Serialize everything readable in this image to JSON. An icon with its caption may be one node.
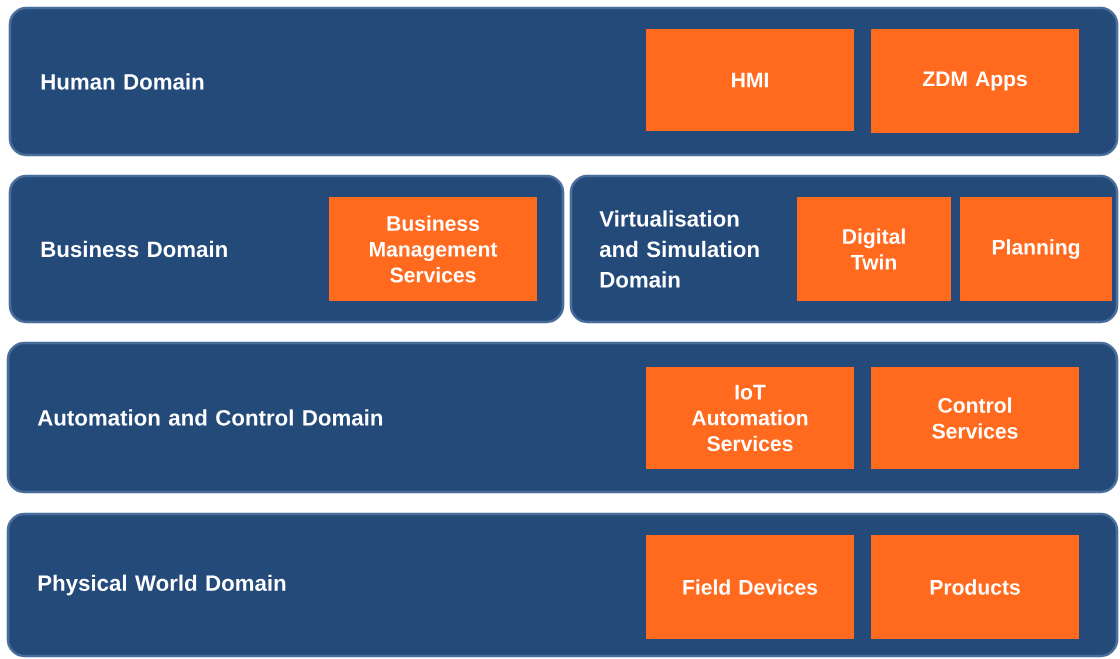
{
  "diagram": {
    "nodes": [
      {
        "text": [
          "Human Domain"
        ]
      },
      {
        "text": [
          "HMI"
        ],
        "in": 0
      },
      {
        "text": [
          "ZDM Apps"
        ],
        "in": 0
      },
      {
        "text": [
          "Business Domain"
        ]
      },
      {
        "text": [
          "Business Management Services"
        ],
        "in": 3
      },
      {
        "text": [
          "Virtualisation and Simulation Domain"
        ]
      },
      {
        "text": [
          "Digital Twin"
        ],
        "in": 5
      },
      {
        "text": [
          "Planning"
        ],
        "in": 5
      },
      {
        "text": [
          "Automation and Control Domain"
        ]
      },
      {
        "text": [
          "IoT Automation Services"
        ],
        "in": 8
      },
      {
        "text": [
          "Control Services"
        ],
        "in": 8
      },
      {
        "text": [
          "Physical World Domain"
        ]
      },
      {
        "text": [
          "Field Devices"
        ],
        "in": 11
      },
      {
        "text": [
          "Products"
        ],
        "in": 11
      }
    ]
  }
}
